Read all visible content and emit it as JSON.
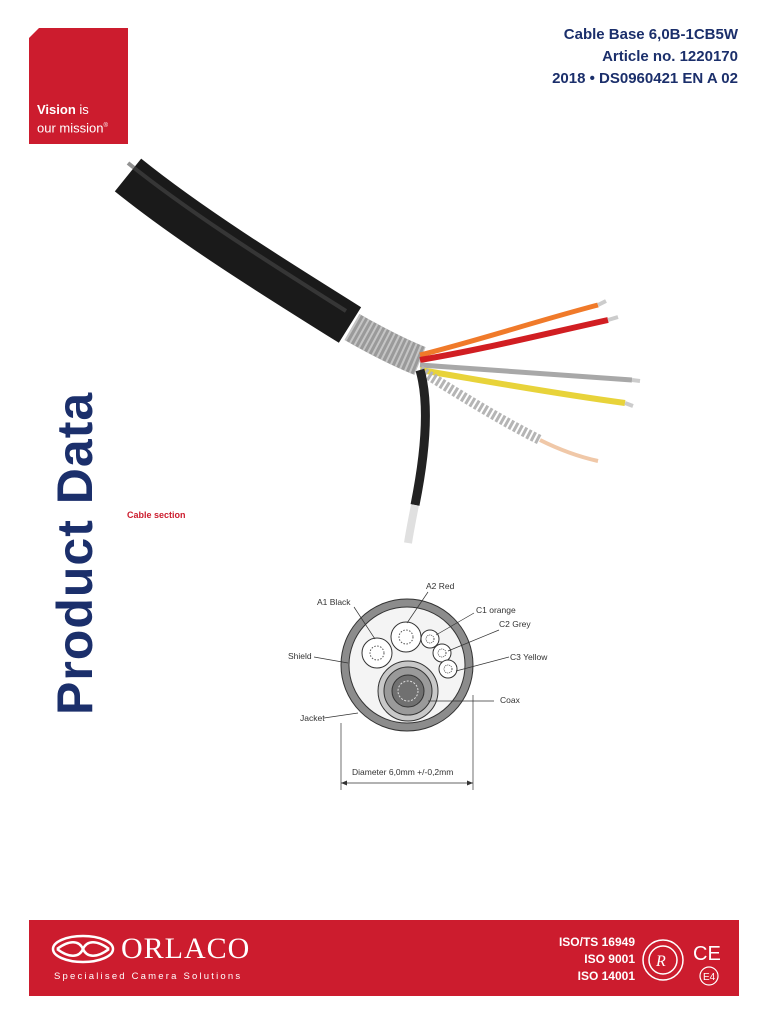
{
  "brand": {
    "line1_bold": "Vision",
    "line1_rest": " is",
    "line2": "our mission",
    "mark": "®"
  },
  "header": {
    "product": "Cable Base 6,0B-1CB5W",
    "article": "Article no. 1220170",
    "doc_ref": "2018 • DS0960421 EN A 02"
  },
  "vertical_title": "Product Data",
  "section_label": "Cable section",
  "diagram": {
    "labels": {
      "a1": "A1 Black",
      "a2": "A2 Red",
      "c1": "C1 orange",
      "c2": "C2 Grey",
      "shield": "Shield",
      "c3": "C3 Yellow",
      "coax": "Coax",
      "jacket": "Jacket",
      "diameter": "Diameter 6,0mm +/-0,2mm"
    }
  },
  "footer": {
    "logo": "ORLACO",
    "tagline": "Specialised Camera Solutions",
    "iso": [
      "ISO/TS 16949",
      "ISO 9001",
      "ISO 14001"
    ],
    "cert_marks": {
      "ce": "CE",
      "e4": "E4"
    }
  },
  "colors": {
    "brand_red": "#cc1c2e",
    "navy": "#1b2f6b"
  },
  "icons": [
    "cable-photo",
    "cable-cross-section",
    "orlaco-logo-mark",
    "certification-seal-icon",
    "ce-mark-icon",
    "e4-mark-icon"
  ]
}
